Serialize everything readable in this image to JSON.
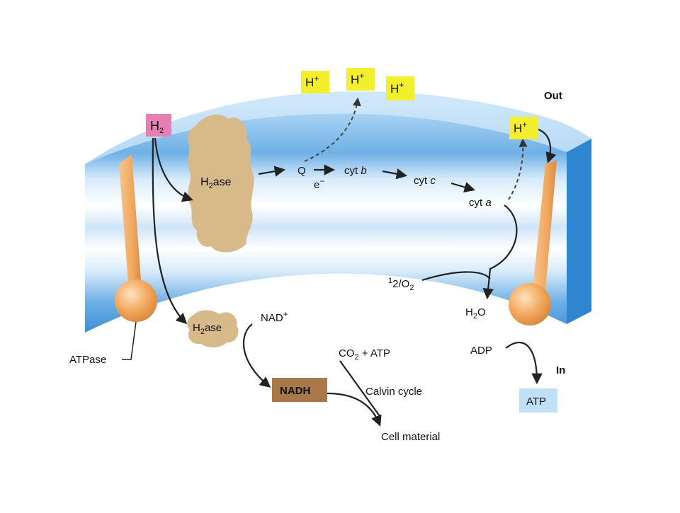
{
  "diagram": {
    "side_out": "Out",
    "side_in": "In",
    "h2": {
      "base": "H",
      "sub": "2"
    },
    "hplus": {
      "base": "H",
      "sup": "+"
    },
    "h2ase": {
      "base": "H",
      "sub": "2",
      "rest": "ase"
    },
    "q": "Q",
    "electron": {
      "base": "e",
      "sup": "−"
    },
    "cyt_b": {
      "base": "cyt ",
      "it": "b"
    },
    "cyt_c": {
      "base": "cyt ",
      "it": "c"
    },
    "cyt_a": {
      "base": "cyt ",
      "it": "a"
    },
    "half_o2": {
      "num": "1",
      "den": "2",
      "o": "O",
      "sub": "2"
    },
    "water": {
      "h": "H",
      "sub": "2",
      "o": "O"
    },
    "nad": {
      "base": "NAD",
      "sup": "+"
    },
    "nadh": "NADH",
    "co2_atp": {
      "co": "CO",
      "sub": "2",
      "rest": " + ATP"
    },
    "calvin_cycle": "Calvin cycle",
    "cell_material": "Cell material",
    "atpase": "ATPase",
    "adp": "ADP",
    "atp": "ATP",
    "colors": {
      "membrane_light": "#eaf4fd",
      "membrane_mid": "#9cc9ef",
      "membrane_dark": "#3f8fd6",
      "membrane_side": "#2f86d0",
      "h2_box": "#e77fb4",
      "hplus_box": "#f4ef2c",
      "nadh_box": "#a97848",
      "atp_box": "#bfe0f7",
      "enzyme": "#d7b98a",
      "atpase_stalk": "#f0a85e",
      "atpase_head": "#f4aa60"
    }
  }
}
